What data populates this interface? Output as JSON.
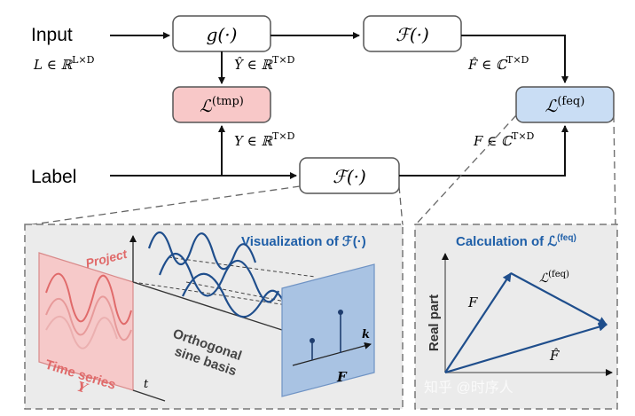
{
  "flow": {
    "input_label": "Input",
    "input_dim": "L ∈ ℝ",
    "input_dim_sup": "L×D",
    "label_label": "Label",
    "g_box": "g(·)",
    "f_top_box": "ℱ(·)",
    "f_bottom_box": "ℱ(·)",
    "loss_tmp": "ℒ",
    "loss_tmp_sup": "(tmp)",
    "loss_feq": "ℒ",
    "loss_feq_sup": "(feq)",
    "yhat_dim": "Ŷ ∈ ℝ",
    "yhat_dim_sup": "T×D",
    "y_dim": "Y ∈ ℝ",
    "y_dim_sup": "T×D",
    "fhat_dim": "F̂ ∈ ℂ",
    "fhat_dim_sup": "T×D",
    "f_dim": "F ∈ ℂ",
    "f_dim_sup": "T×D"
  },
  "viz_panel": {
    "title": "Visualization of ℱ(·)",
    "project": "Project",
    "time_series_1": "Time series",
    "time_series_2": "Y",
    "t_label": "t",
    "basis_1": "Orthogonal",
    "basis_2": "sine basis",
    "k_label": "k",
    "f_label": "F"
  },
  "calc_panel": {
    "title": "Calculation of ℒ",
    "title_sup": "(feq)",
    "y_axis": "Real part",
    "f_vec": "F",
    "fhat_vec": "F̂",
    "loss_vec": "ℒ",
    "loss_vec_sup": "(feq)"
  },
  "watermark": "知乎 @时序人",
  "colors": {
    "loss_tmp_fill": "#f8c8c8",
    "loss_feq_fill": "#c9ddf4",
    "wave_blue": "#1f4e8c",
    "time_series_red": "#e06a6a",
    "panel_bg": "#ebebeb",
    "title_blue": "#1f5fa8"
  }
}
